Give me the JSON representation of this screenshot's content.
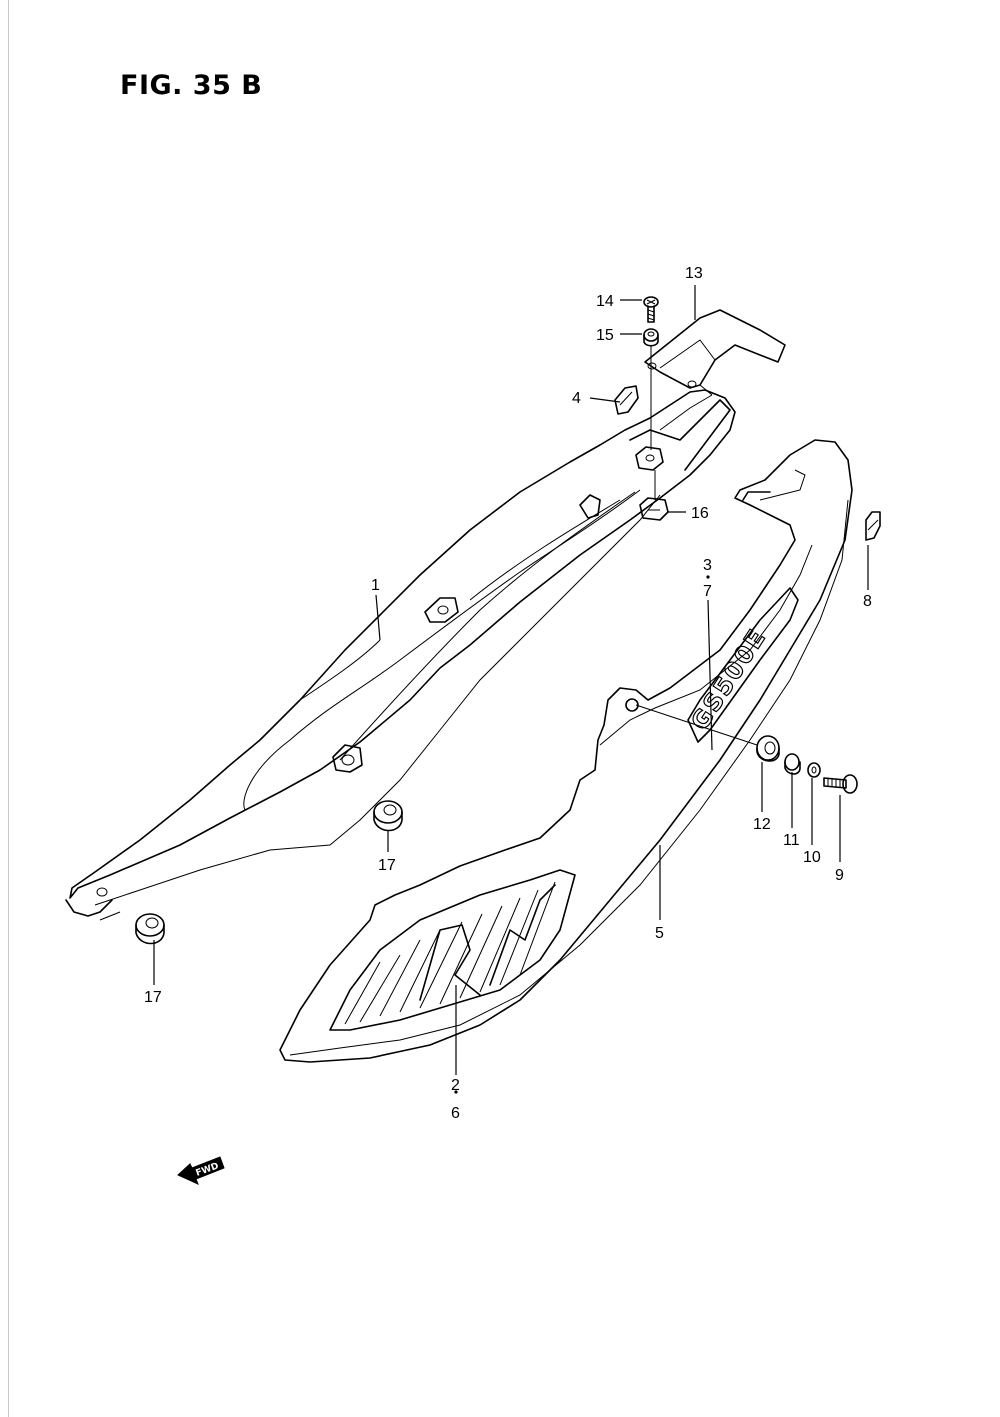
{
  "figure": {
    "title": "FIG. 35 B"
  },
  "callouts": {
    "c1": "1",
    "c2_6_top": "2",
    "c2_6_bottom": "6",
    "c3_7_top": "3",
    "c3_7_bottom": "7",
    "c4": "4",
    "c5": "5",
    "c8": "8",
    "c9": "9",
    "c10": "10",
    "c11": "11",
    "c12": "12",
    "c13": "13",
    "c14": "14",
    "c15": "15",
    "c16": "16",
    "c17_a": "17",
    "c17_b": "17"
  },
  "fwd_badge": {
    "label": "FWD"
  },
  "decal_text": "GS500E"
}
